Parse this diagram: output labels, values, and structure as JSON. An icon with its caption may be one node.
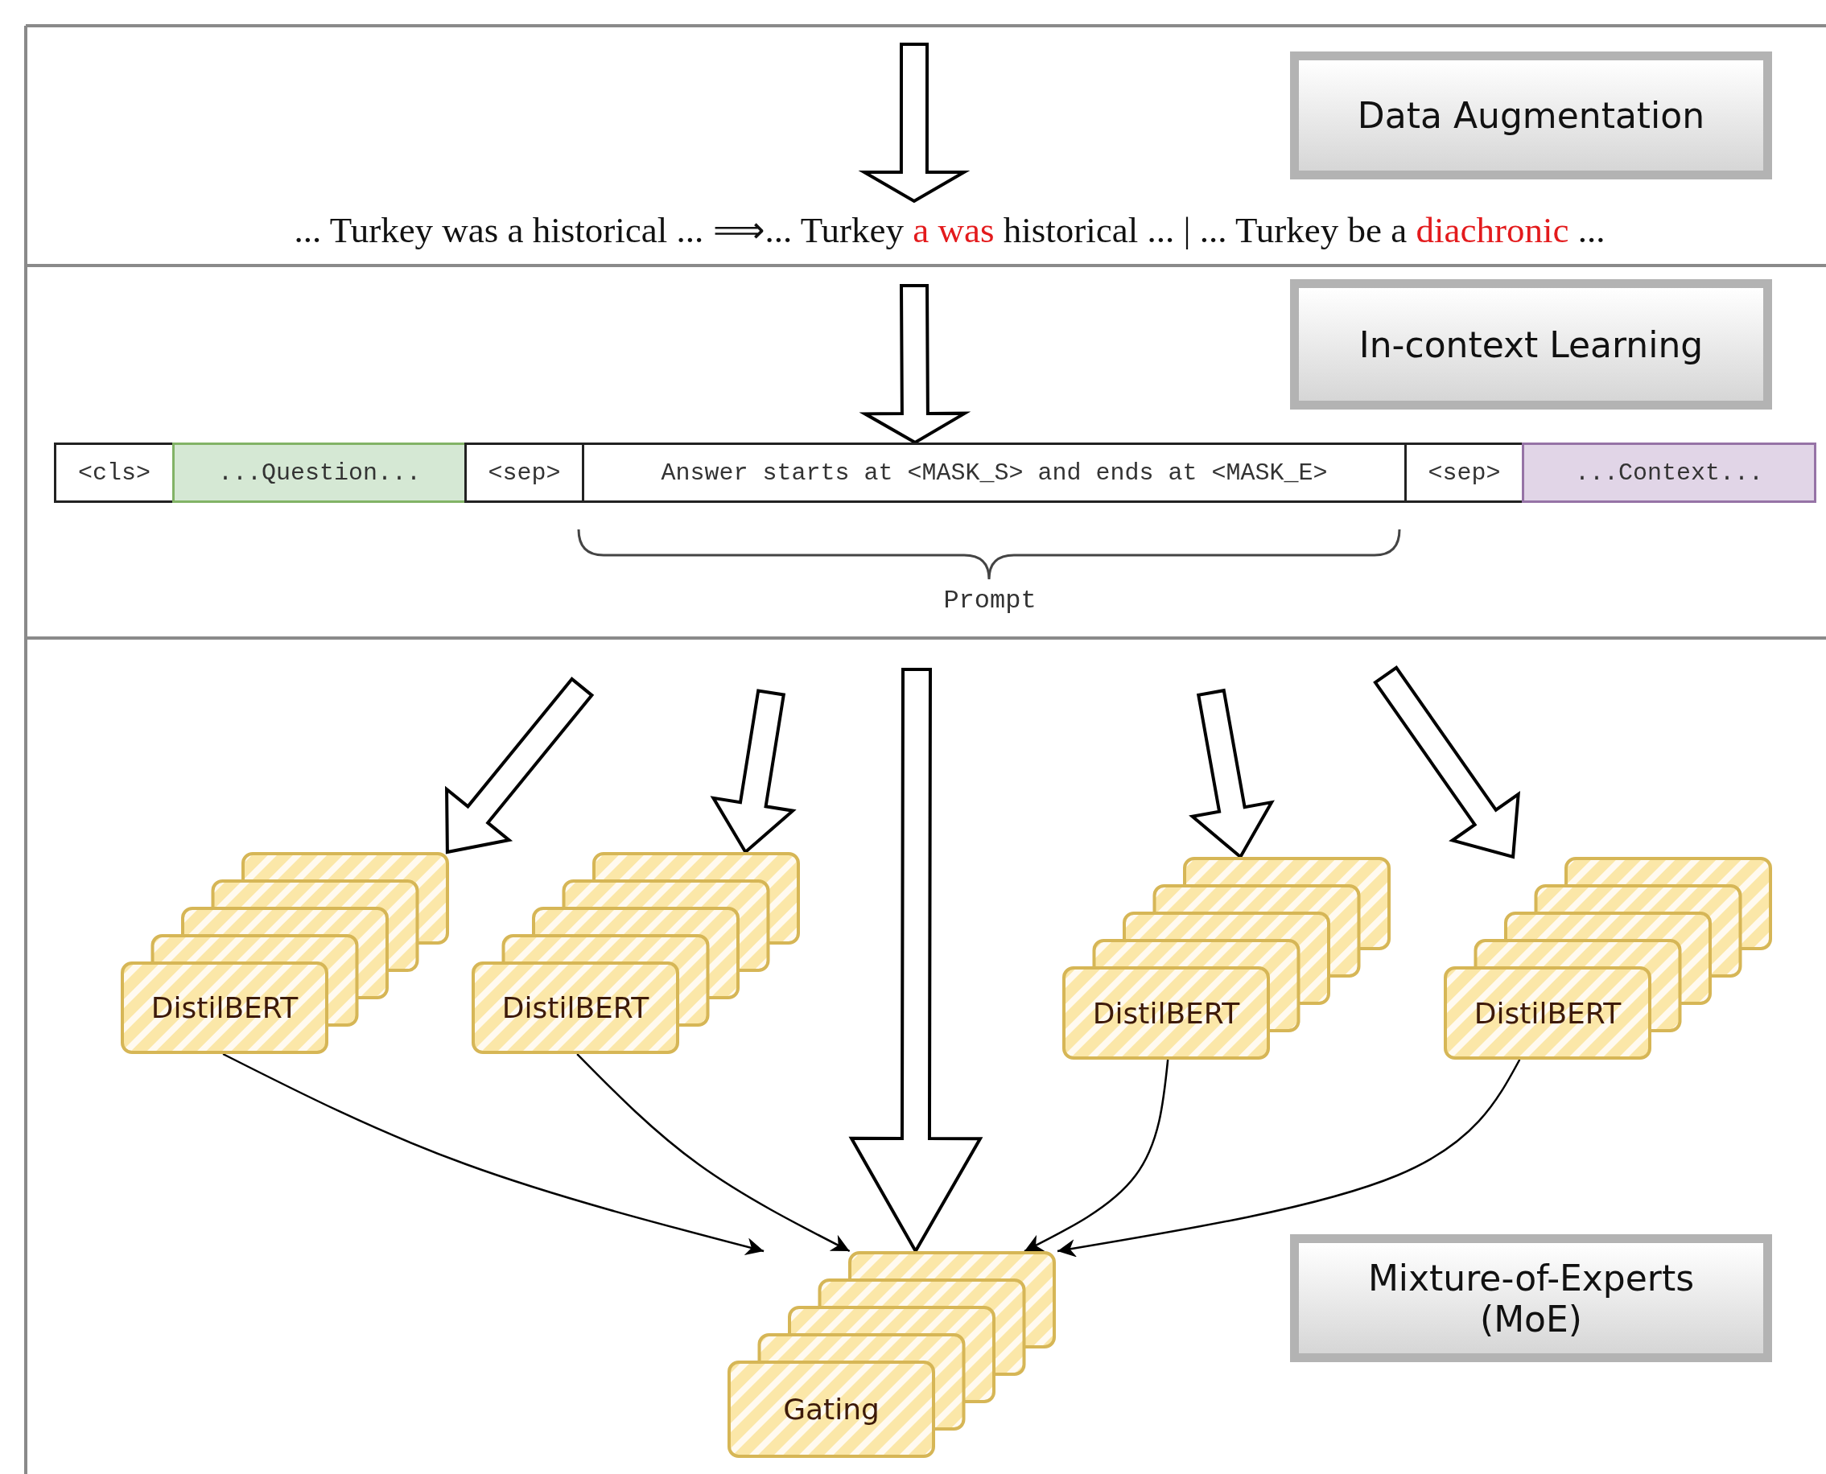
{
  "diagram": {
    "nodes": [
      {
        "text": [
          "Data Augmentation"
        ]
      },
      {
        "text": [
          "... Turkey was a historical ... ⟹... Turkey",
          "a was",
          "historical ... | ... Turkey be a",
          "diachronic",
          "..."
        ]
      },
      {
        "text": [
          "In-context Learning"
        ]
      },
      {
        "text": [
          "<cls>"
        ]
      },
      {
        "text": [
          "...Question..."
        ]
      },
      {
        "text": [
          "<sep>"
        ]
      },
      {
        "text": [
          "Answer starts at <MASK_S> and ends at <MASK_E>"
        ]
      },
      {
        "text": [
          "<sep>"
        ]
      },
      {
        "text": [
          "...Context..."
        ]
      },
      {
        "text": [
          "Mixture-of-Experts (MoE)"
        ]
      },
      {
        "text": [
          "DistilBERT"
        ]
      },
      {
        "text": [
          "DistilBERT"
        ]
      },
      {
        "text": [
          "DistilBERT"
        ]
      },
      {
        "text": [
          "DistilBERT"
        ]
      },
      {
        "text": [
          "Gating"
        ]
      }
    ],
    "edges": [
      {
        "from": null,
        "to": 1,
        "arrow": "to",
        "style": "thick"
      },
      {
        "from": null,
        "to": 6,
        "arrow": "to",
        "style": "thick"
      },
      {
        "from": null,
        "to": 10,
        "arrow": "to",
        "style": "thick"
      },
      {
        "from": null,
        "to": 11,
        "arrow": "to",
        "style": "thick"
      },
      {
        "from": null,
        "to": 14,
        "arrow": "to",
        "style": "thick"
      },
      {
        "from": null,
        "to": 12,
        "arrow": "to",
        "style": "thick"
      },
      {
        "from": null,
        "to": 13,
        "arrow": "to",
        "style": "thick"
      },
      {
        "from": 10,
        "to": 14,
        "arrow": "to"
      },
      {
        "from": 11,
        "to": 14,
        "arrow": "to"
      },
      {
        "from": 12,
        "to": 14,
        "arrow": "to"
      },
      {
        "from": 13,
        "to": 14,
        "arrow": "to"
      }
    ],
    "labels": [
      "Prompt"
    ]
  }
}
